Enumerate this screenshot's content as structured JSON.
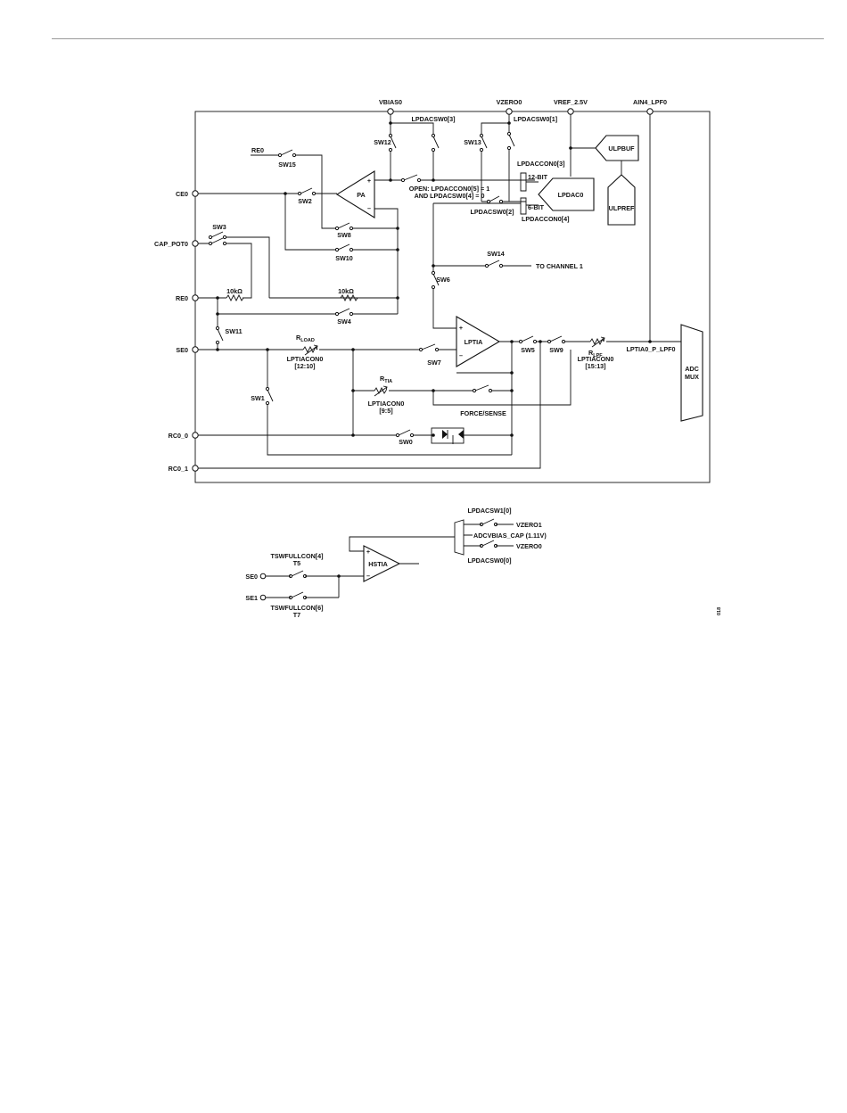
{
  "pins": {
    "vbias0": "VBIAS0",
    "vzero0": "VZERO0",
    "vref": "VREF_2.5V",
    "ain4": "AIN4_LPF0",
    "ce0": "CE0",
    "cap_pot0": "CAP_POT0",
    "re0_pin": "RE0",
    "se0_pin": "SE0",
    "rc0_0": "RC0_0",
    "rc0_1": "RC0_1",
    "se0_hs": "SE0",
    "se1_hs": "SE1"
  },
  "switches": {
    "sw0": "SW0",
    "sw1": "SW1",
    "sw2": "SW2",
    "sw3": "SW3",
    "sw4": "SW4",
    "sw5": "SW5",
    "sw6": "SW6",
    "sw7": "SW7",
    "sw8": "SW8",
    "sw9": "SW9",
    "sw10": "SW10",
    "sw11": "SW11",
    "sw12": "SW12",
    "sw13": "SW13",
    "sw14": "SW14",
    "sw15": "SW15"
  },
  "blocks": {
    "pa": "PA",
    "lptia": "LPTIA",
    "hstia": "HSTIA",
    "lpdac": "LPDAC0",
    "ulpbuf": "ULPBUF",
    "ulpref": "ULPREF",
    "adc_mux_1": "ADC",
    "adc_mux_2": "MUX",
    "bit12": "12-BIT",
    "bit6": "6-BIT"
  },
  "labels": {
    "re0_sw15": "RE0",
    "lpdacsw0_3": "LPDACSW0[3]",
    "lpdacsw0_1": "LPDACSW0[1]",
    "lpdacsw0_2": "LPDACSW0[2]",
    "lpdaccon0_3": "LPDACCON0[3]",
    "lpdaccon0_4": "LPDACCON0[4]",
    "open_note_1": "OPEN: LPDACCON0[5] = 1",
    "open_note_2": "AND LPDACSW0[4] = 0",
    "to_channel_1": "TO CHANNEL 1",
    "r_10k_a": "10kΩ",
    "r_10k_b": "10kΩ",
    "rload_r": "R",
    "rload_sub": "LOAD",
    "lptiacon0_a": "LPTIACON0",
    "lptiacon0_a_bits": "[12:10]",
    "rtia_r": "R",
    "rtia_sub": "TIA",
    "lptiacon0_b": "LPTIACON0",
    "lptiacon0_b_bits": "[9:5]",
    "force_sense": "FORCE/SENSE",
    "rlpf_r": "R",
    "rlpf_sub": "LPF",
    "lptiacon0_c": "LPTIACON0",
    "lptiacon0_c_bits": "[15:13]",
    "lptia0_p_lpf0": "LPTIA0_P_LPF0",
    "lpdacsw1_0": "LPDACSW1[0]",
    "vzero1": "VZERO1",
    "adcvbias_cap": "ADCVBIAS_CAP (1.11V)",
    "vzero0_b": "VZERO0",
    "lpdacsw0_0": "LPDACSW0[0]",
    "tswfullcon4": "TSWFULLCON[4]",
    "t5": "T5",
    "tswfullcon6": "TSWFULLCON[6]",
    "t7": "T7",
    "figure_id": "018"
  }
}
